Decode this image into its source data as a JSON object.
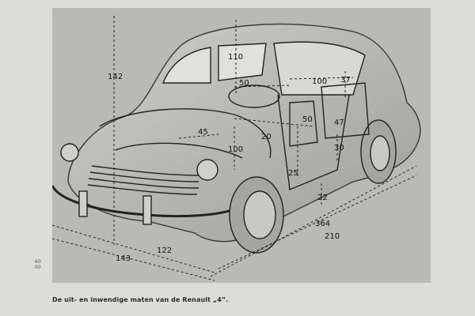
{
  "caption": "De uit- en inwendige maten van de Renault „4”.",
  "page_number": "60\n00",
  "dimensions": {
    "roof_interior_height": "110",
    "overall_height": "142",
    "seat_depth_front": "50",
    "cabin_length": "100",
    "rear_headroom": "37",
    "front_seat_back": "50",
    "rear_seat_depth": "47",
    "dash_depth": "45",
    "steering_height": "20",
    "seat_floor_height": "100",
    "rear_seat_height": "30",
    "door_sill": "25",
    "ground_clearance": "22",
    "length_364": "364",
    "wheelbase": "210",
    "front_track": "122",
    "overall_width": "143"
  }
}
